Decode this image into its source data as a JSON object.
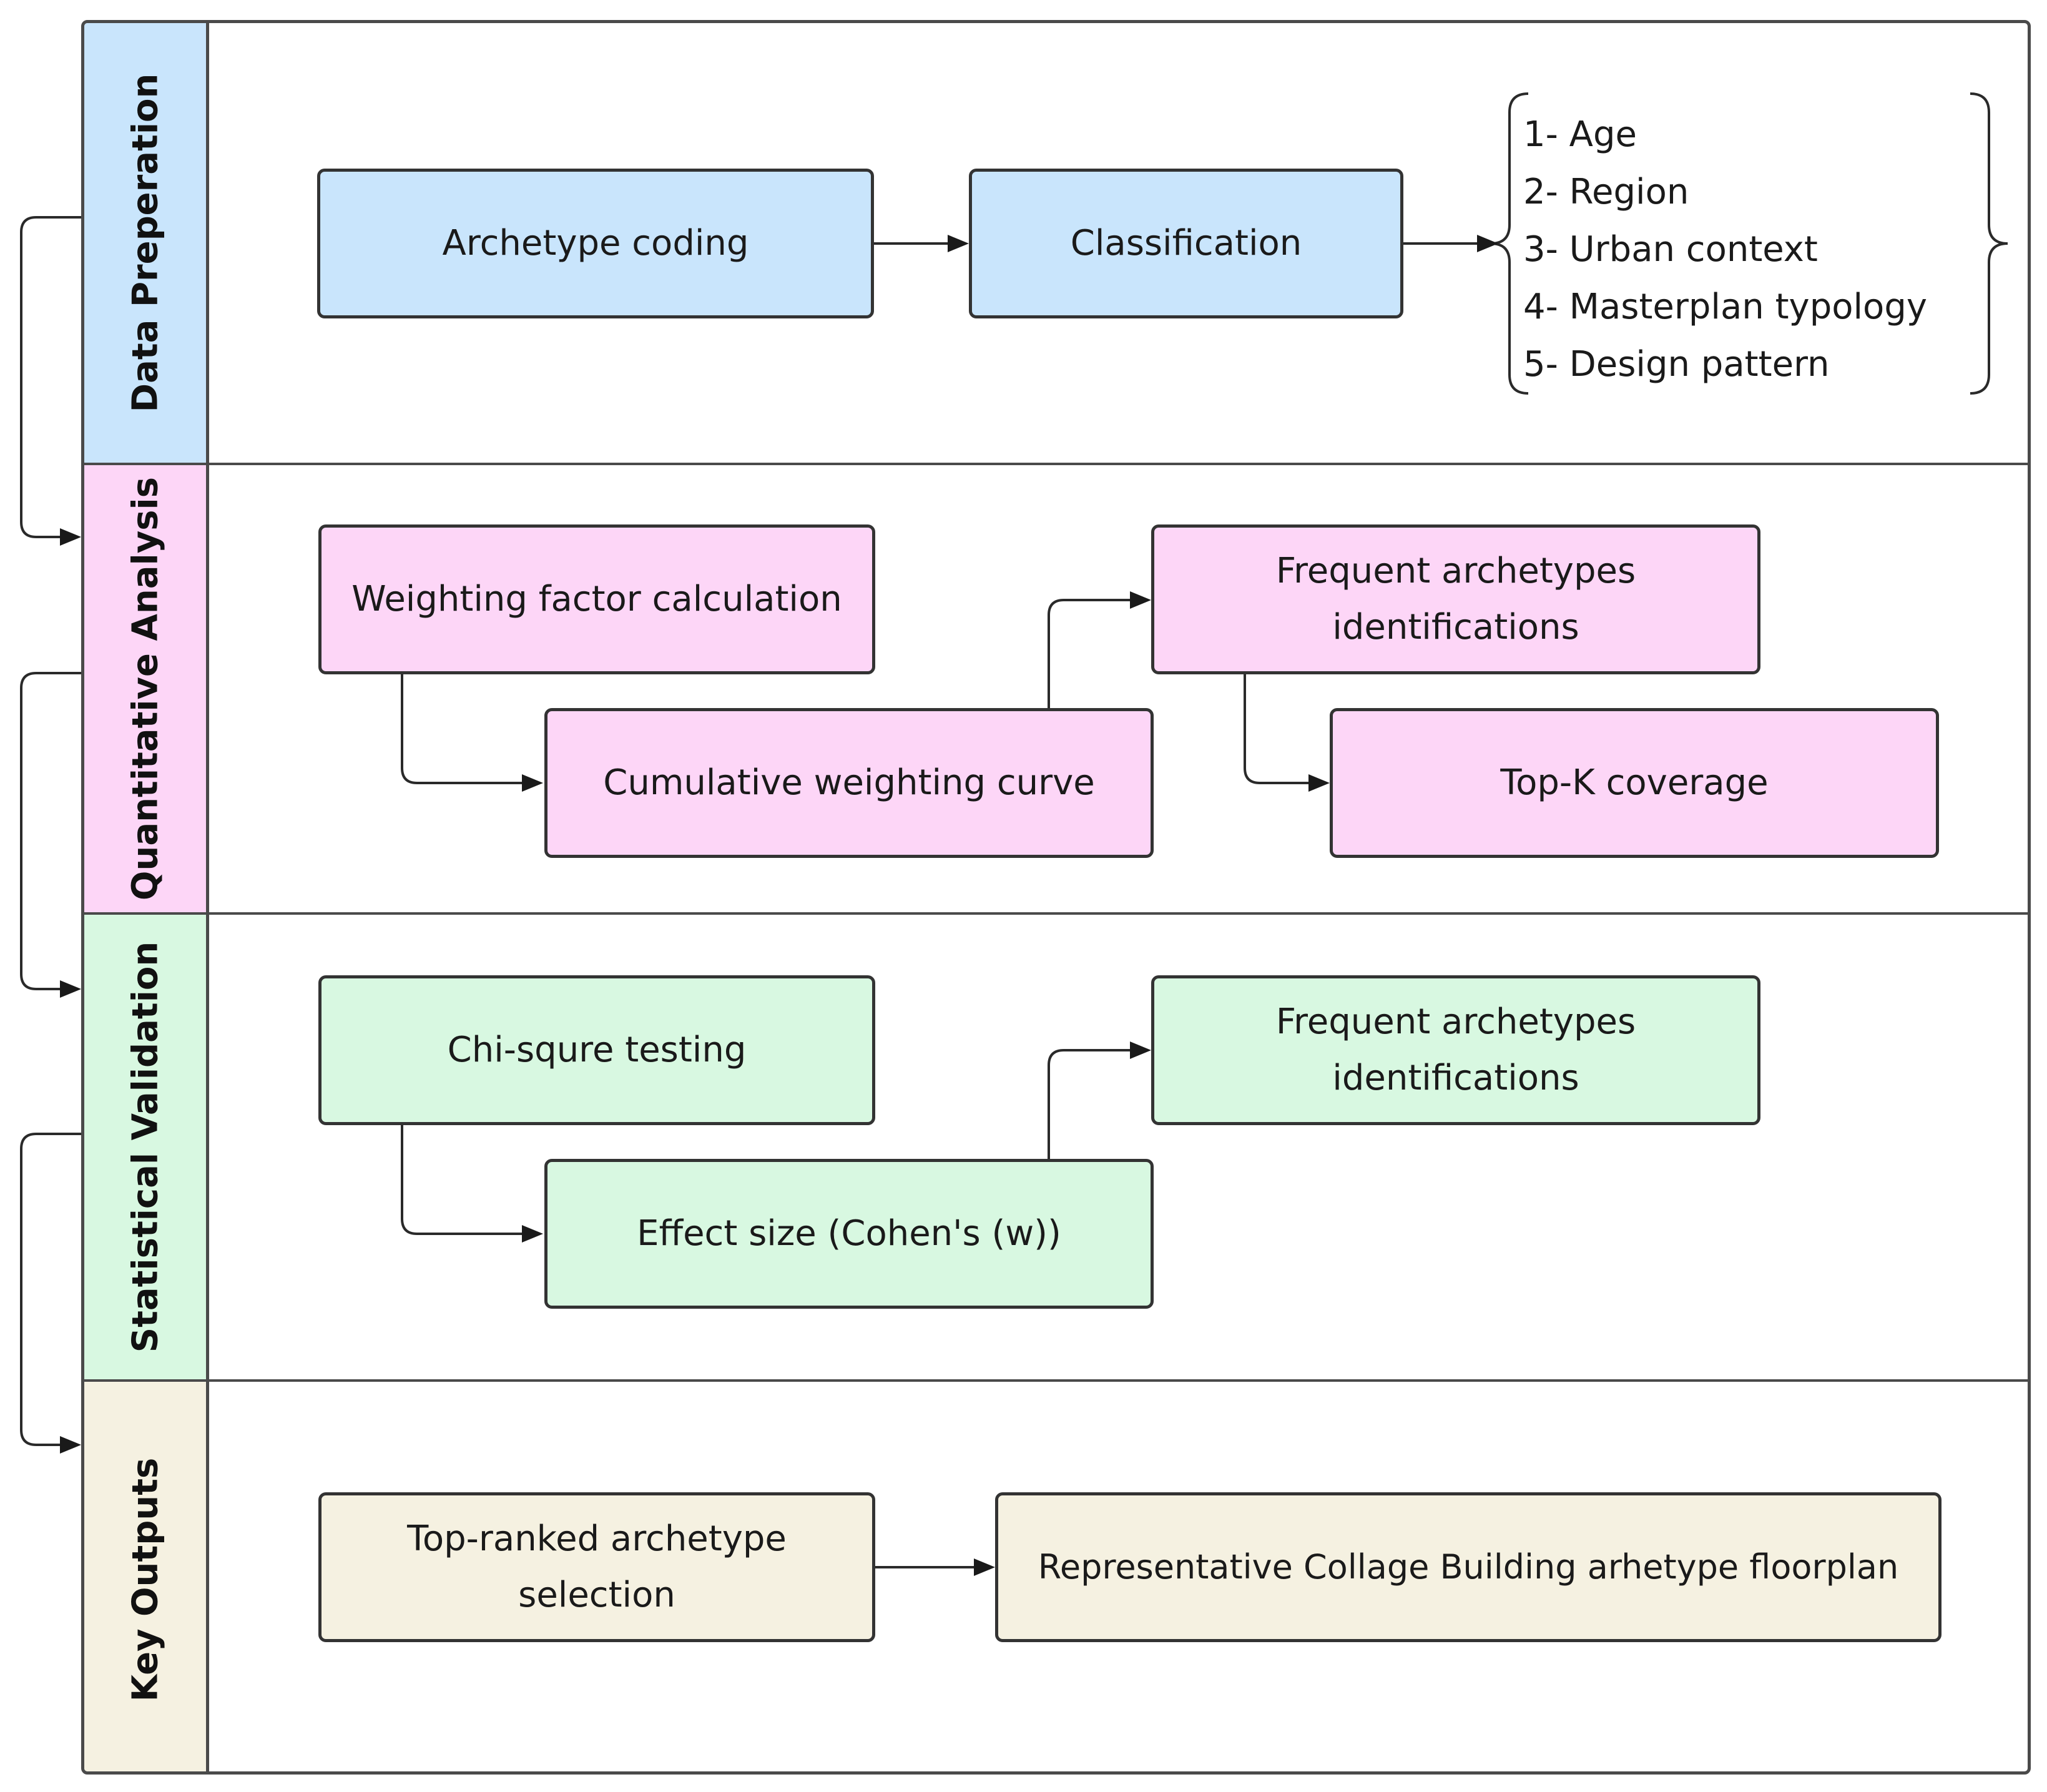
{
  "lanes": [
    {
      "title": "Data Preperation",
      "color": "#c9e5fc"
    },
    {
      "title": "Quantitative Analysis",
      "color": "#fdd6f7"
    },
    {
      "title": "Statistical Validation",
      "color": "#d8f8e1"
    },
    {
      "title": "Key Outputs",
      "color": "#f5f1e1"
    }
  ],
  "data_prep": {
    "archetype_coding": "Archetype coding",
    "classification": "Classification",
    "criteria": [
      "1- Age",
      "2- Region",
      "3- Urban context",
      "4- Masterplan typology",
      "5- Design pattern"
    ]
  },
  "quantitative": {
    "weighting_factor": "Weighting factor calculation",
    "cumulative_curve": "Cumulative weighting curve",
    "frequent_line1": "Frequent archetypes",
    "frequent_line2": "identifications",
    "topk": "Top-K coverage"
  },
  "statistical": {
    "chi_square": "Chi-squre testing",
    "effect_size": "Effect size (Cohen's (w))",
    "frequent_line1": "Frequent archetypes",
    "frequent_line2": "identifications"
  },
  "outputs": {
    "top_ranked_line1": "Top-ranked archetype",
    "top_ranked_line2": "selection",
    "representative": "Representative Collage Building arhetype floorplan"
  }
}
